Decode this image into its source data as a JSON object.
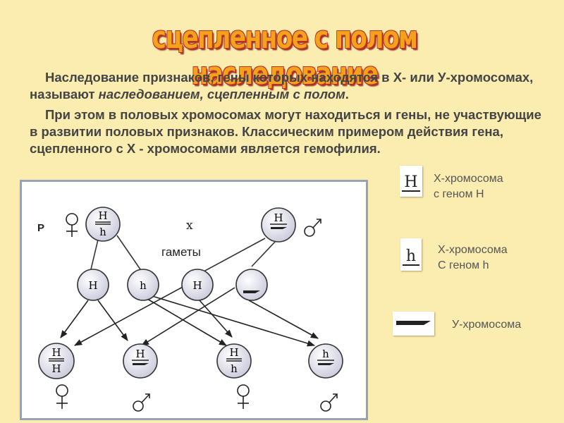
{
  "title": "сцепленное с полом наследование",
  "paragraph1": {
    "start": "Наследование признаков, гены которых находятся в  Х- или У-хромосомах, называют ",
    "emphasis": "наследованием, сцепленным с полом",
    "end": "."
  },
  "paragraph2": "При этом в половых хромосомах могут находиться и гены, не участвующие в развитии половых признаков. Классическим примером действия гена, сцепленного с Х - хромосомами является гемофилия.",
  "diagram": {
    "generation_label": "P",
    "cross_symbol": "x",
    "gametes_label": "гаметы",
    "parent_female": {
      "top": "H",
      "bottom": "h"
    },
    "parent_male": {
      "top": "H"
    },
    "gametes": [
      "H",
      "h",
      "H"
    ],
    "offspring": [
      {
        "top": "H",
        "bottom": "H"
      },
      {
        "top": "H"
      },
      {
        "top": "H",
        "bottom": "h"
      },
      {
        "top": "h"
      }
    ]
  },
  "legend": [
    {
      "symbol": "H",
      "line1": "Х-хромосома",
      "line2": "с геном Н"
    },
    {
      "symbol": "h",
      "line1": "Х-хромосома",
      "line2": "С геном h"
    },
    {
      "line1": "У-хромосома"
    }
  ]
}
